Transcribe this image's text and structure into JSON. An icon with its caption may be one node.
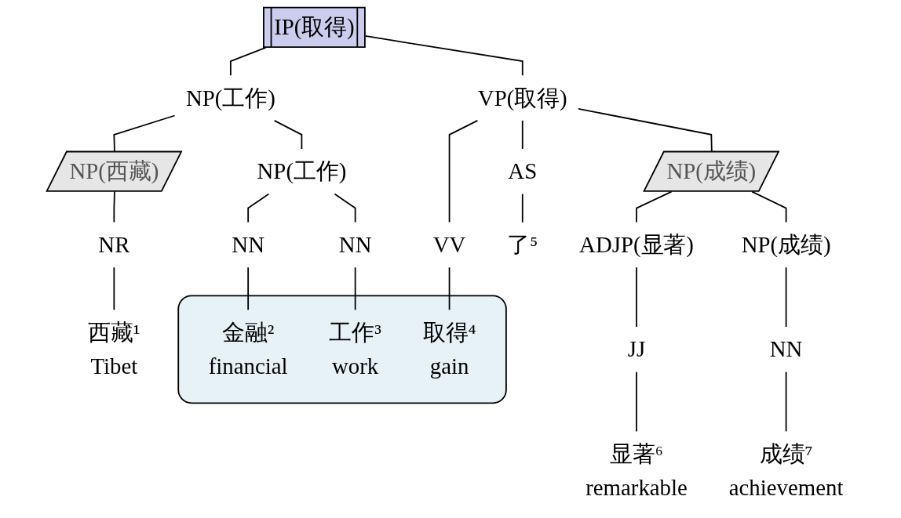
{
  "diagram": {
    "nodes": [
      {
        "text": [
          "IP(取得)"
        ]
      },
      {
        "text": [
          "NP(工作)"
        ]
      },
      {
        "text": [
          "VP(取得)"
        ]
      },
      {
        "text": [
          "NP(西藏)"
        ]
      },
      {
        "text": [
          "NP(工作)"
        ]
      },
      {
        "text": [
          "VV"
        ]
      },
      {
        "text": [
          "AS"
        ]
      },
      {
        "text": [
          "NP(成绩)"
        ]
      },
      {
        "text": [
          "NR"
        ]
      },
      {
        "text": [
          "NN"
        ]
      },
      {
        "text": [
          "NN"
        ]
      },
      {
        "text": [
          "ADJP(显著)"
        ]
      },
      {
        "text": [
          "NP(成绩)"
        ]
      },
      {
        "text": [],
        "shape": "box"
      },
      {
        "text": [
          "西藏¹",
          "Tibet"
        ]
      },
      {
        "text": [
          "金融²",
          "financial"
        ],
        "in": 13
      },
      {
        "text": [
          "工作³",
          "work"
        ],
        "in": 13
      },
      {
        "text": [
          "取得⁴",
          "gain"
        ],
        "in": 13
      },
      {
        "text": [
          "了⁵"
        ]
      },
      {
        "text": [
          "JJ"
        ]
      },
      {
        "text": [
          "NN"
        ]
      },
      {
        "text": [
          "显著⁶",
          "remarkable"
        ]
      },
      {
        "text": [
          "成绩⁷",
          "achievement"
        ]
      }
    ],
    "edges": [
      {
        "from": 0,
        "to": 1,
        "arrow": "none"
      },
      {
        "from": 0,
        "to": 2,
        "arrow": "none"
      },
      {
        "from": 1,
        "to": 3,
        "arrow": "none"
      },
      {
        "from": 1,
        "to": 4,
        "arrow": "none"
      },
      {
        "from": 2,
        "to": 5,
        "arrow": "none"
      },
      {
        "from": 2,
        "to": 6,
        "arrow": "none"
      },
      {
        "from": 2,
        "to": 7,
        "arrow": "none"
      },
      {
        "from": 3,
        "to": 8,
        "arrow": "none"
      },
      {
        "from": 4,
        "to": 9,
        "arrow": "none"
      },
      {
        "from": 4,
        "to": 10,
        "arrow": "none"
      },
      {
        "from": 8,
        "to": 14,
        "arrow": "none"
      },
      {
        "from": 9,
        "to": 15,
        "arrow": "none"
      },
      {
        "from": 10,
        "to": 16,
        "arrow": "none"
      },
      {
        "from": 5,
        "to": 17,
        "arrow": "none"
      },
      {
        "from": 6,
        "to": 18,
        "arrow": "none"
      },
      {
        "from": 7,
        "to": 11,
        "arrow": "none"
      },
      {
        "from": 7,
        "to": 12,
        "arrow": "none"
      },
      {
        "from": 11,
        "to": 19,
        "arrow": "none"
      },
      {
        "from": 12,
        "to": 20,
        "arrow": "none"
      },
      {
        "from": 19,
        "to": 21,
        "arrow": "none"
      },
      {
        "from": 20,
        "to": 22,
        "arrow": "none"
      }
    ]
  }
}
